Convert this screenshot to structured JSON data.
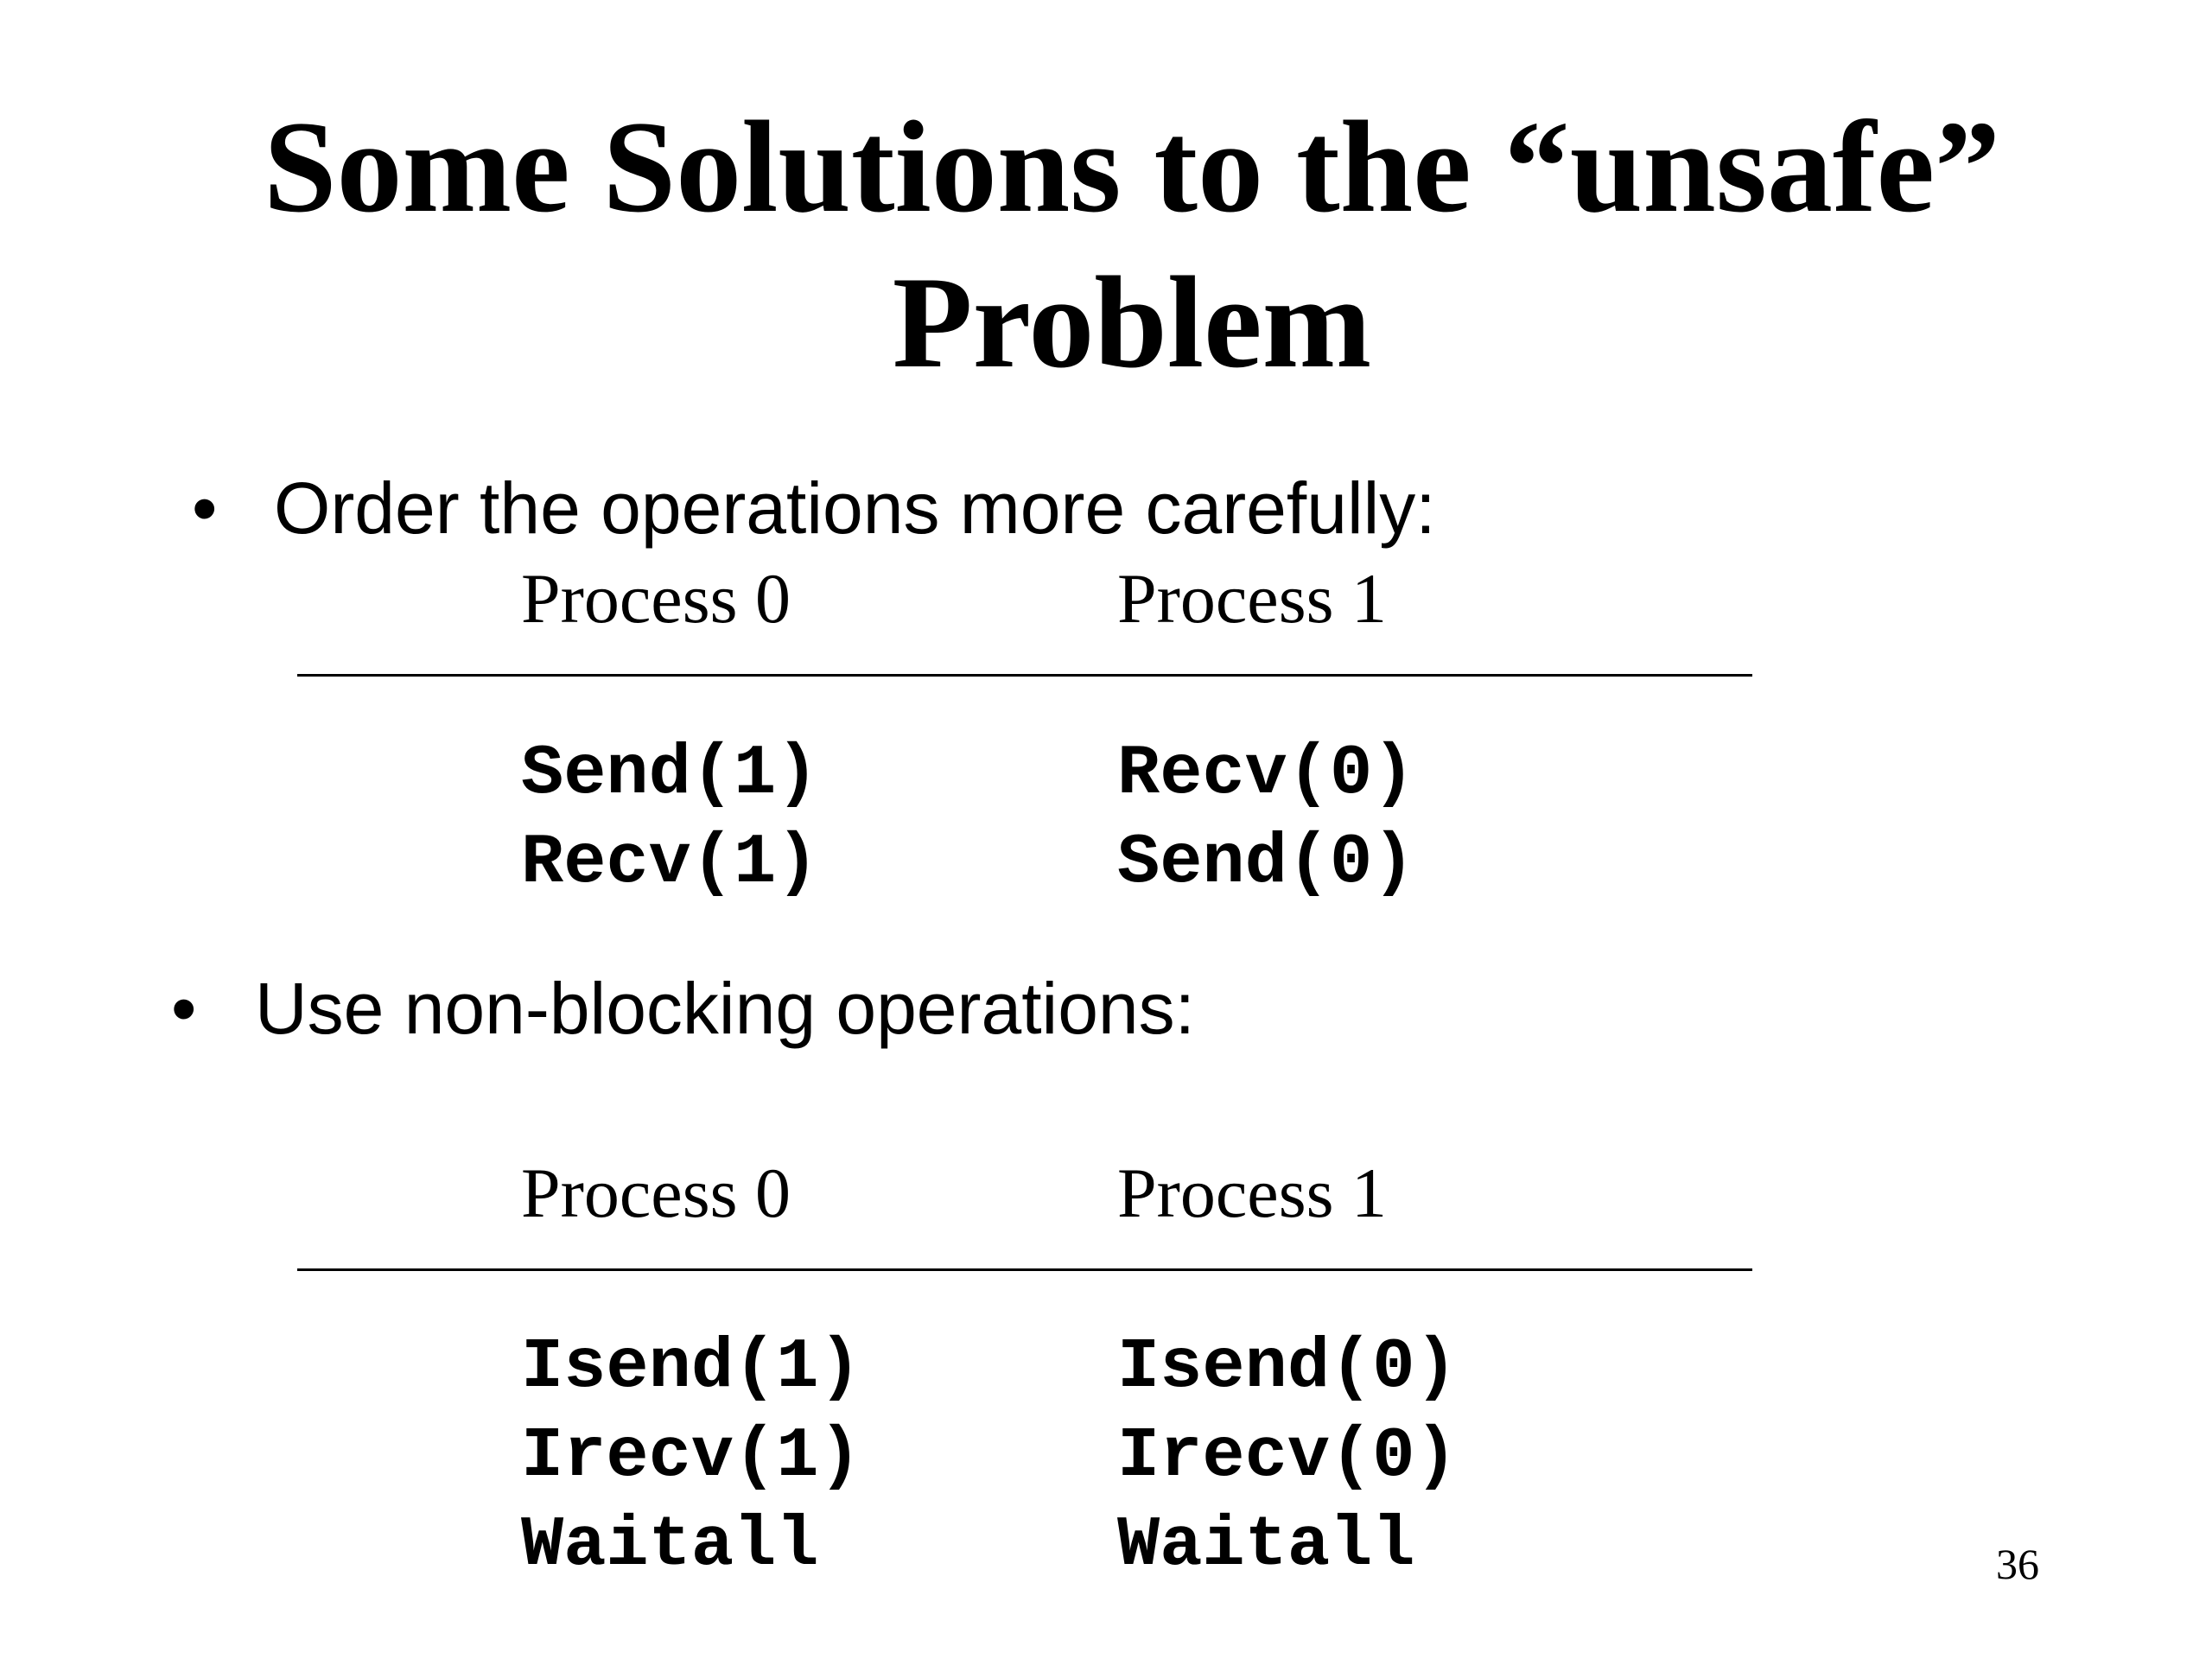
{
  "slide": {
    "title_line1": "Some Solutions to the “unsafe”",
    "title_line2": "Problem",
    "bullet_glyph": "•",
    "page_number": "36"
  },
  "section1": {
    "bullet": "Order the operations more carefully:",
    "headers": [
      "Process 0",
      "Process 1"
    ],
    "process0": [
      "Send(1)",
      "Recv(1)"
    ],
    "process1": [
      "Recv(0)",
      "Send(0)"
    ]
  },
  "section2": {
    "bullet": "Use non-blocking operations:",
    "headers": [
      "Process 0",
      "Process 1"
    ],
    "process0": [
      "Isend(1)",
      "Irecv(1)",
      "Waitall"
    ],
    "process1": [
      "Isend(0)",
      "Irecv(0)",
      "Waitall"
    ]
  }
}
